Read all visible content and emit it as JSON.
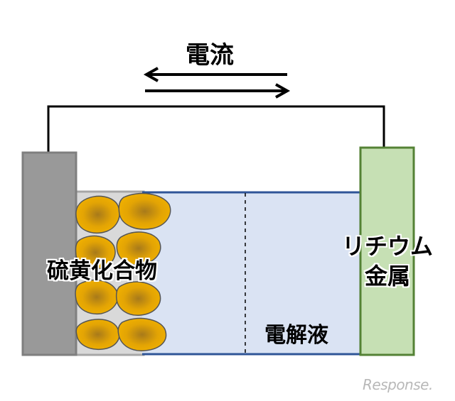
{
  "labels": {
    "current": "電流",
    "sulfide": "硫黄化合物",
    "lithium_line1": "リチウム",
    "lithium_line2": "金属",
    "electrolyte": "電解液"
  },
  "watermark": "Response.",
  "colors": {
    "cathode_collector": "#999999",
    "anode": "#c6e0b4",
    "anode_border": "#548235",
    "electrolyte": "#dae3f3",
    "electrolyte_border": "#2f5597",
    "sulfur_particle": "#e8a800",
    "wire": "#000000"
  }
}
